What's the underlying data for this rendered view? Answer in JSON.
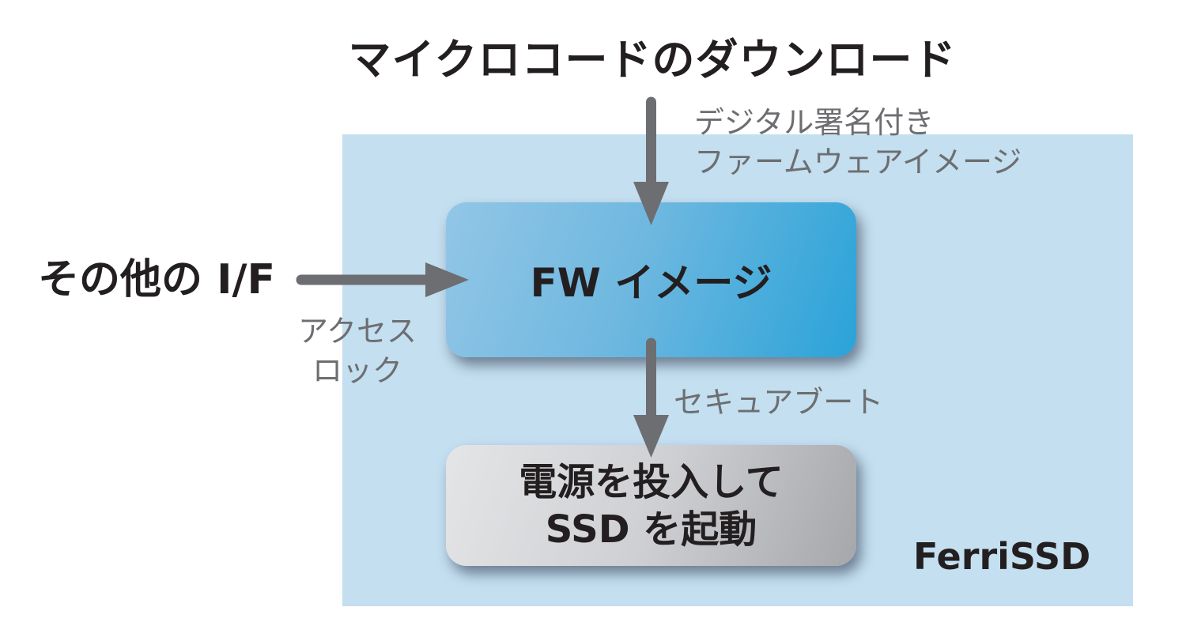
{
  "title": "マイクロコードのダウンロード",
  "signed_image_label": [
    "デジタル署名付き",
    "ファームウェアイメージ"
  ],
  "other_interface": "その他の I/F",
  "access_lock_label": [
    "アクセス",
    "ロック"
  ],
  "fw_image_box": "FW イメージ",
  "secure_boot_label": "セキュアブート",
  "boot_box": [
    "電源を投入して",
    "SSD を起動"
  ],
  "brand": "FerriSSD",
  "colors": {
    "panel": "#c3dff0",
    "fw_box_start": "#92c6e6",
    "fw_box_end": "#2aa3d8",
    "boot_box_start": "#e4e5e7",
    "boot_box_end": "#a6a7ab",
    "arrow": "#6d6e71",
    "text_dark": "#231f20",
    "text_gray": "#6d6e71"
  }
}
